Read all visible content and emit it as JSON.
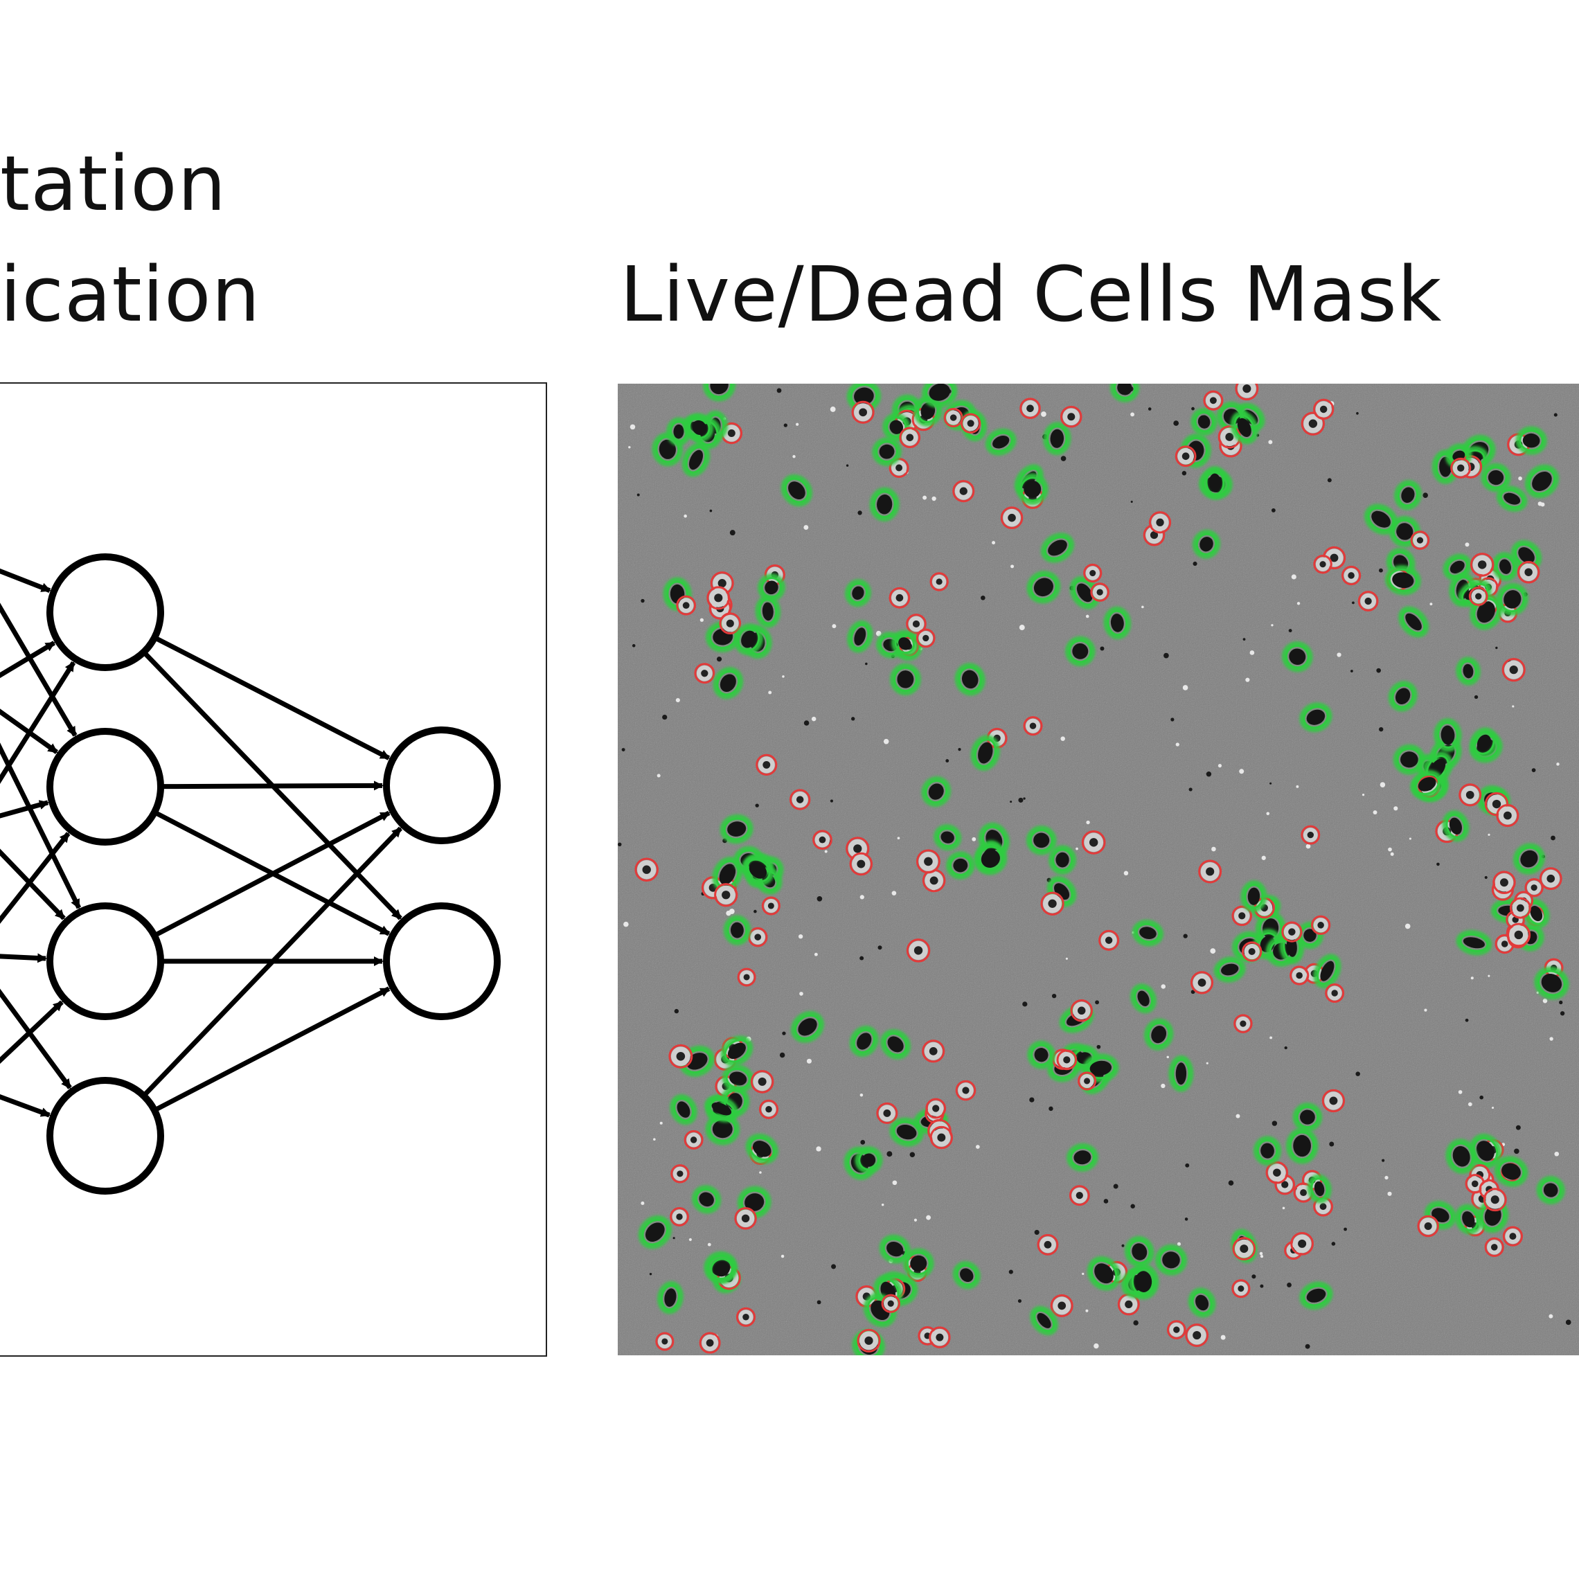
{
  "headings": {
    "left_line1": "tation",
    "left_line2": "ication",
    "right": "Live/Dead Cells Mask"
  },
  "network_diagram": {
    "layers": [
      {
        "nodes": 4
      },
      {
        "nodes": 2
      }
    ],
    "node_stroke": "#000000",
    "node_fill": "#ffffff"
  },
  "cells_mask": {
    "live_outline_color": "#2ecc40",
    "dead_outline_color": "#e23a3a",
    "background_color": "#7e7e7e"
  }
}
